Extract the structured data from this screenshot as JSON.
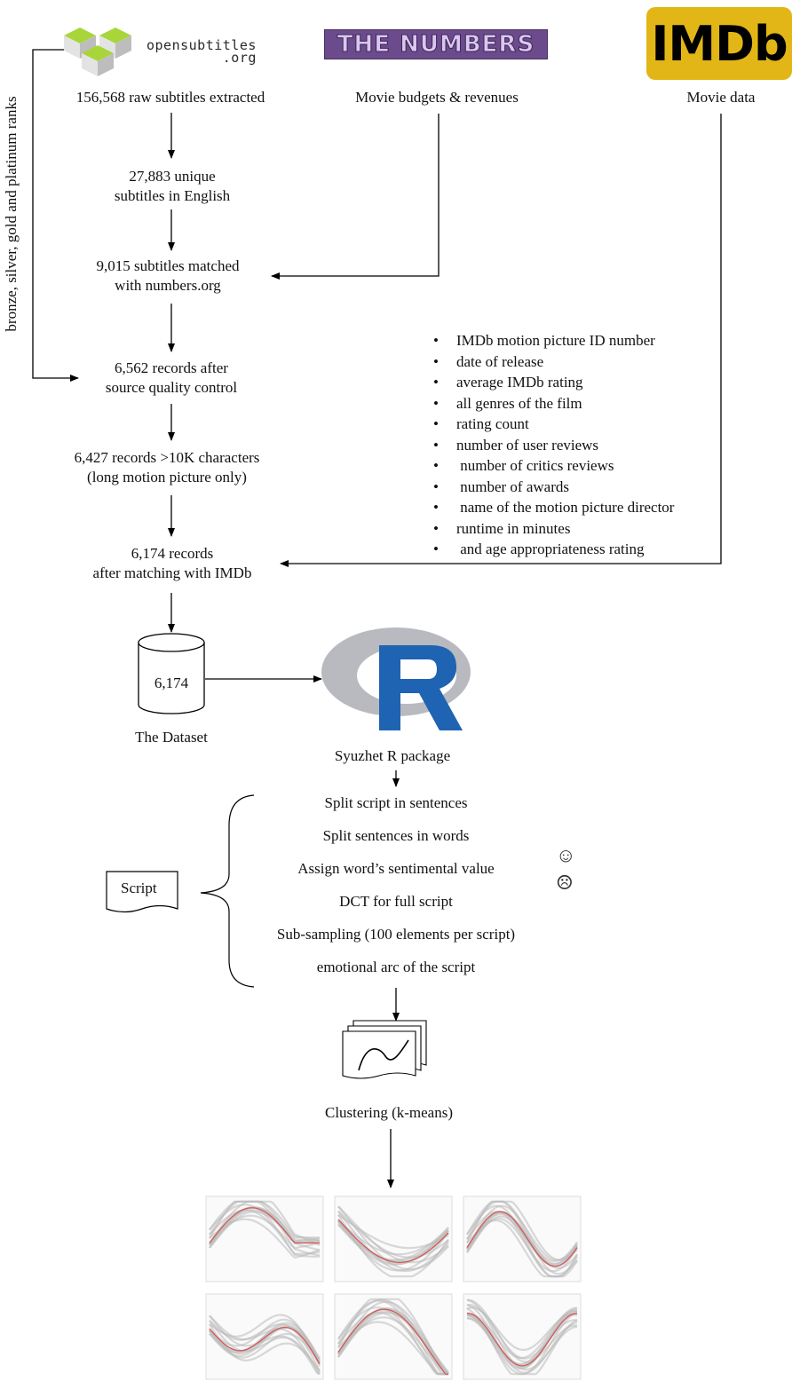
{
  "sources": {
    "opensubtitles": {
      "logo_text": "opensubtitles",
      "logo_suffix": ".org",
      "caption": "156,568 raw subtitles extracted"
    },
    "numbers": {
      "logo_text": "THE NUMBERS",
      "caption": "Movie budgets & revenues"
    },
    "imdb": {
      "logo_text": "IMDb",
      "caption": "Movie data"
    }
  },
  "side_label": "bronze, silver, gold and platinum ranks",
  "pipeline": {
    "unique_line1": "27,883 unique",
    "unique_line2": "subtitles in English",
    "matched_line1": "9,015 subtitles matched",
    "matched_line2": "with numbers.org",
    "quality_line1": "6,562 records after",
    "quality_line2": "source quality control",
    "long_line1": "6,427 records >10K characters",
    "long_line2": "(long motion picture only)",
    "imdb_match_line1": "6,174 records",
    "imdb_match_line2": "after matching with IMDb"
  },
  "imdb_fields": [
    "IMDb motion picture ID number",
    "date of release",
    "average IMDb rating",
    "all genres of the film",
    "rating count",
    "number of user reviews",
    " number of critics reviews",
    " number of awards",
    " name of the motion picture director",
    "runtime in minutes",
    " and age appropriateness rating"
  ],
  "dataset": {
    "count": "6,174",
    "label": "The Dataset"
  },
  "r_package": {
    "logo_letter": "R",
    "label": "Syuzhet R package"
  },
  "script": {
    "label": "Script",
    "steps": [
      "Split script in sentences",
      "Split sentences in words",
      "Assign word’s sentimental value",
      "DCT for full script",
      "Sub-sampling (100 elements per script)",
      "emotional arc of the script"
    ],
    "happy_icon": "☺",
    "sad_icon": "☹"
  },
  "clustering": {
    "label": "Clustering (k-means)"
  },
  "colors": {
    "numbers_purple": "#6b4b8c",
    "imdb_yellow": "#e2b616",
    "r_blue": "#1f63b3",
    "arc_red": "#d9534f"
  }
}
